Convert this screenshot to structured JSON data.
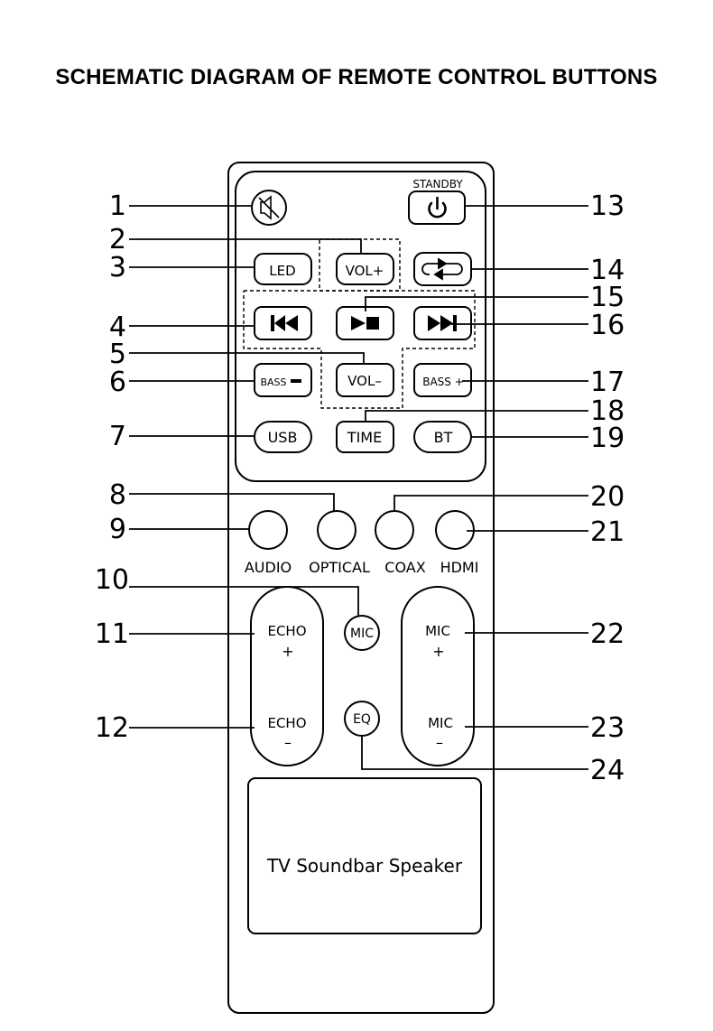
{
  "title": "SCHEMATIC DIAGRAM OF REMOTE CONTROL BUTTONS",
  "colors": {
    "stroke": "#000000",
    "background": "#ffffff"
  },
  "buttons": {
    "standby_label": "STANDBY",
    "led": "LED",
    "vol_plus": "VOL+",
    "vol_minus": "VOL–",
    "bass_minus": "BASS",
    "bass_plus": "BASS +",
    "usb": "USB",
    "time": "TIME",
    "bt": "BT",
    "audio": "AUDIO",
    "optical": "OPTICAL",
    "coax": "COAX",
    "hdmi": "HDMI",
    "mic": "MIC",
    "eq": "EQ",
    "echo_plus_1": "ECHO",
    "echo_plus_2": "+",
    "echo_minus_1": "ECHO",
    "echo_minus_2": "–",
    "mic_plus_1": "MIC",
    "mic_plus_2": "+",
    "mic_minus_1": "MIC",
    "mic_minus_2": "–"
  },
  "icons": {
    "mute": "mute-icon",
    "power": "power-icon",
    "repeat": "repeat-icon",
    "prev": "previous-track-icon",
    "play_stop": "play-stop-icon",
    "next": "next-track-icon"
  },
  "display_label": "TV Soundbar Speaker",
  "callouts": {
    "n1": "1",
    "n2": "2",
    "n3": "3",
    "n4": "4",
    "n5": "5",
    "n6": "6",
    "n7": "7",
    "n8": "8",
    "n9": "9",
    "n10": "10",
    "n11": "11",
    "n12": "12",
    "n13": "13",
    "n14": "14",
    "n15": "15",
    "n16": "16",
    "n17": "17",
    "n18": "18",
    "n19": "19",
    "n20": "20",
    "n21": "21",
    "n22": "22",
    "n23": "23",
    "n24": "24"
  }
}
